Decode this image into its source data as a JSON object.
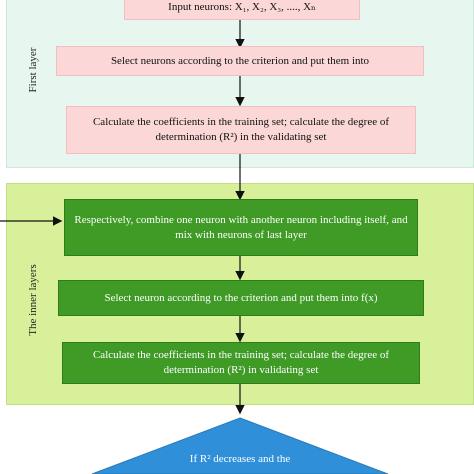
{
  "regions": {
    "first_layer_label": "First layer",
    "inner_layers_label": "The inner layers"
  },
  "boxes": {
    "input_neurons": "Input neurons: X₁, X₂, X₃, ...., Xₙ",
    "select_neurons": "Select neurons according to the criterion and put them into",
    "calc_coefficients_first": "Calculate the coefficients in the training set; calculate the degree of determination (R²) in the validating set",
    "combine_neurons": "Respectively, combine one neuron with another neuron including itself, and mix with neurons of last layer",
    "select_neuron_inner": "Select neuron according to the criterion and put them into f(x)",
    "calc_coefficients_inner": "Calculate the coefficients in the training set; calculate the degree of determination (R²) in validating set"
  },
  "decision": {
    "text": "If R² decreases and the"
  },
  "colors": {
    "first_layer_bg": "#e7f6ee",
    "inner_layers_bg": "#d8f09a",
    "pink_box": "#fbd7d8",
    "green_box": "#3f9a26",
    "decision_diamond": "#2f8fd8"
  }
}
